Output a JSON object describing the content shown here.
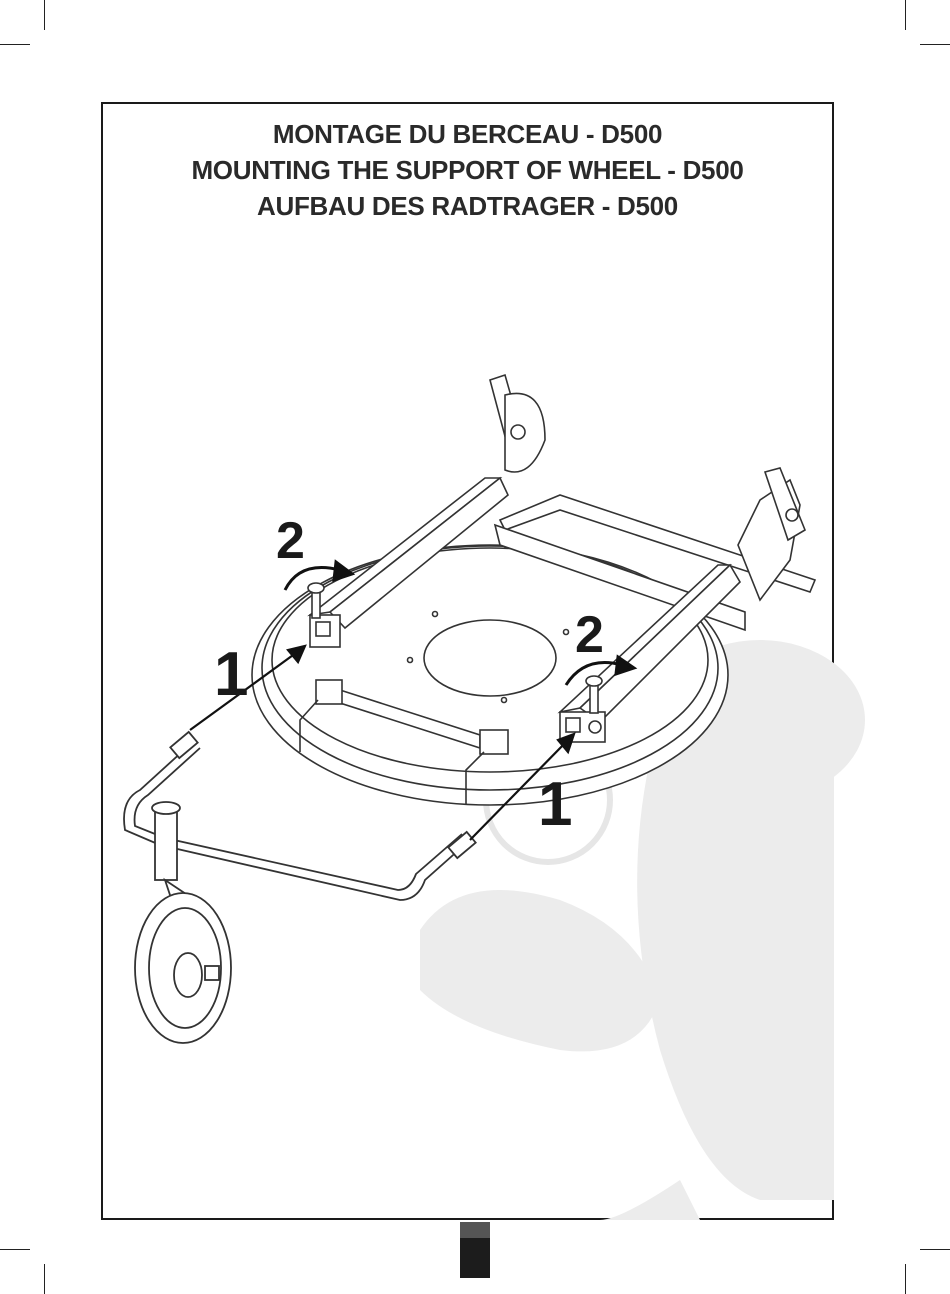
{
  "titles": {
    "fr": "MONTAGE DU BERCEAU - D500",
    "en": "MOUNTING THE SUPPORT OF WHEEL - D500",
    "de": "AUFBAU DES RADTRAGER - D500"
  },
  "steps": {
    "left_step_1": "1",
    "left_step_2": "2",
    "right_step_1": "1",
    "right_step_2": "2"
  }
}
